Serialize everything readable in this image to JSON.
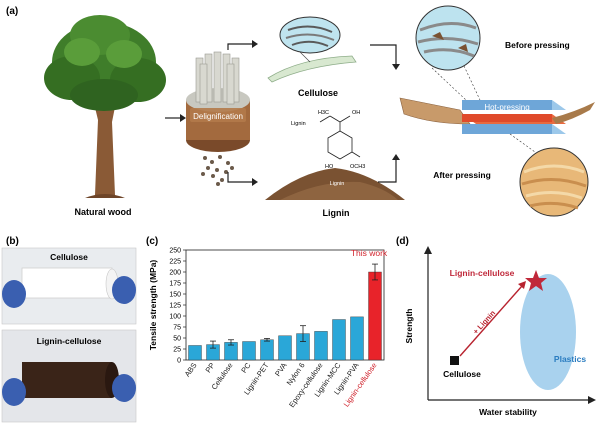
{
  "figure": {
    "panel_a": {
      "label": "(a)",
      "natural_wood": "Natural wood",
      "delignification": "Delignification",
      "cellulose": "Cellulose",
      "lignin": "Lignin",
      "before_pressing": "Before pressing",
      "after_pressing": "After pressing",
      "hot_pressing": "Hot-pressing",
      "chem_lignin": "Lignin",
      "chem_ho": "HO",
      "chem_och3": "OCH3",
      "chem_oh": "OH",
      "chem_h3c": "H3C",
      "chem_lignin2": "Lignin"
    },
    "panel_b": {
      "label": "(b)",
      "top_caption": "Cellulose",
      "bottom_caption": "Lignin-cellulose"
    },
    "panel_c": {
      "label": "(c)",
      "annotation": "This work"
    },
    "panel_d": {
      "label": "(d)",
      "ylabel": "Strength",
      "xlabel": "Water stability",
      "lignin_cellulose": "Lignin-cellulose",
      "cellulose": "Cellulose",
      "plastics": "Plastics",
      "arrow_label": "+ Lignin"
    }
  },
  "colors": {
    "bar_blue": "#2aa7d8",
    "bar_red": "#e8232a",
    "highlight_red": "#d0202a",
    "ellipse_blue": "#a9d2ee",
    "star_red": "#c0283a"
  },
  "chart_data": {
    "type": "bar",
    "categories": [
      "ABS",
      "PP",
      "Cellulose",
      "PC",
      "Lignin-PET",
      "PVA",
      "Nylon 6",
      "Epoxy-cellulose",
      "Lignin-MCC",
      "Lignin-PVA",
      "Lignin-cellulose"
    ],
    "values": [
      33,
      35,
      40,
      42,
      46,
      55,
      60,
      65,
      92,
      98,
      200
    ],
    "errors": [
      0,
      8,
      6,
      0,
      3,
      0,
      18,
      0,
      0,
      0,
      18
    ],
    "highlight_index": 10,
    "ylabel": "Tensile strength (MPa)",
    "xlabel": "",
    "ylim": [
      0,
      250
    ],
    "yticks": [
      0,
      25,
      50,
      75,
      100,
      125,
      150,
      175,
      200,
      225,
      250
    ],
    "annotation": "This work"
  }
}
